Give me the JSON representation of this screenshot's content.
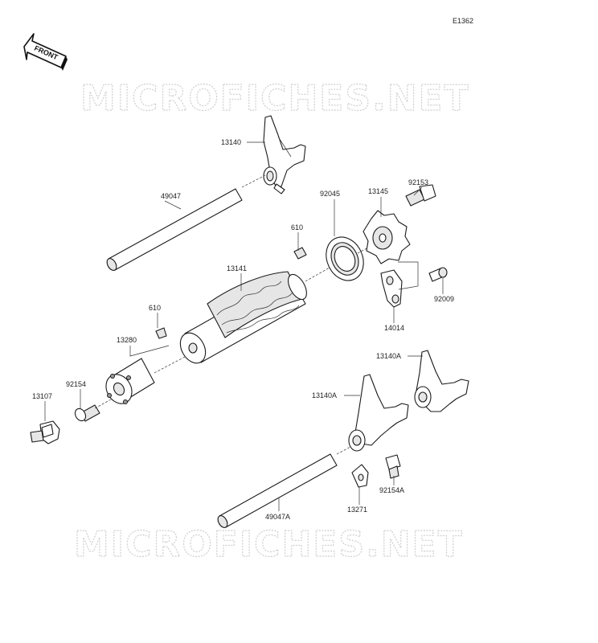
{
  "diagram_code": "E1362",
  "front_label": "FRONT",
  "watermark": "MICROFICHES.NET",
  "parts": {
    "p13140": "13140",
    "p49047": "49047",
    "p13145": "13145",
    "p92153": "92153",
    "p92045": "92045",
    "p610a": "610",
    "p13141": "13141",
    "p92009": "92009",
    "p610b": "610",
    "p14014": "14014",
    "p13280": "13280",
    "p13140A_1": "13140A",
    "p92154": "92154",
    "p13107": "13107",
    "p13140A_2": "13140A",
    "p92154A": "92154A",
    "p13271": "13271",
    "p49047A": "49047A"
  }
}
